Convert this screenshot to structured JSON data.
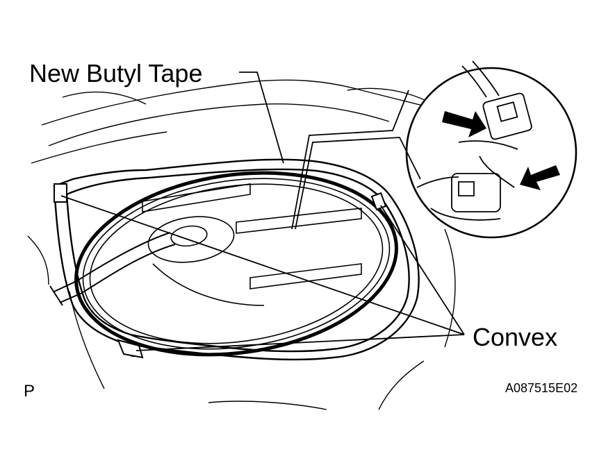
{
  "labels": {
    "new_butyl_tape": "New Butyl Tape",
    "convex": "Convex",
    "view_marker": "P",
    "figure_code": "A087515E02"
  },
  "colors": {
    "line": "#000000",
    "background": "#ffffff"
  }
}
